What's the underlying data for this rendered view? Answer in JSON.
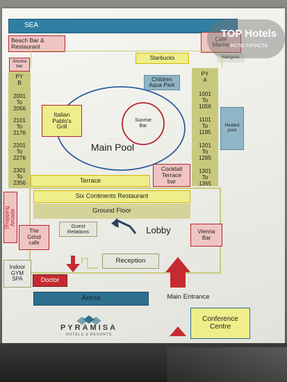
{
  "labels": {
    "sea": "SEA",
    "beach_bar": "Beach Bar &\nRestaurant",
    "shisha_bar": "Shisha\nbar",
    "starbucks": "Starbucks",
    "children_aqua_park": "Children\nAqua Park",
    "py_b": "PY\nB",
    "py_a": "PY\nA",
    "rooms_left": [
      "2001\nTo\n2056",
      "2101\nTo\n2176",
      "2201\nTo\n2276",
      "2301\nTo\n2356"
    ],
    "rooms_right": [
      "1001\nTo\n1056",
      "1101\nTo\n1185",
      "1201\nTo\n1285",
      "1301\nTo\n1365"
    ],
    "italian_grill": "Italian\nPablo's\nGrill",
    "sunrise_bar": "Sunrise\nBar",
    "main_pool": "Main Pool",
    "heated_pool": "Heated\npool",
    "terrace": "Terrace",
    "cocktail_terrace_bar": "Cocktail\nTerrace\nbar",
    "six_continents": "Six Continents Restaurant",
    "ground_floor": "Ground Floor",
    "shopping_arcade": "Shopping\nArcade",
    "grind_cafe": "The\nGrind\ncafe",
    "guest_relations": "Guest\nRelations",
    "lobby": "Lobby",
    "vienna_bar": "Vienna\nBar",
    "indoor_gym_spa": "Indoor\nGYM\nSPA",
    "doctor": "Doctor",
    "reception": "Reception",
    "arena": "Arena",
    "main_entrance": "Main Entrance",
    "conference_centre": "Conference\nCentre",
    "brand_name": "PYRAMISA",
    "brand_sub": "HOTELS & RESORTS",
    "cafe_top_right": "Café\nMarine",
    "mangolia": "Mangolia"
  },
  "watermark": {
    "title": "TOP Hotels",
    "subtitle": "ФОТО ТУРИСТА"
  },
  "colors": {
    "sea": "#2f7fa3",
    "red_outline": "#b8232a",
    "yellow_outline": "#d4b800",
    "olive_fill": "#c9c97e",
    "blue_bar": "#2f6f8e",
    "pool_outline": "#2e5e9e"
  },
  "icons": [
    "lobby-arrow-icon",
    "entrance-arrow-icon",
    "doctor-arrow-icon",
    "conference-arrow-icon",
    "brand-logo-icon"
  ]
}
